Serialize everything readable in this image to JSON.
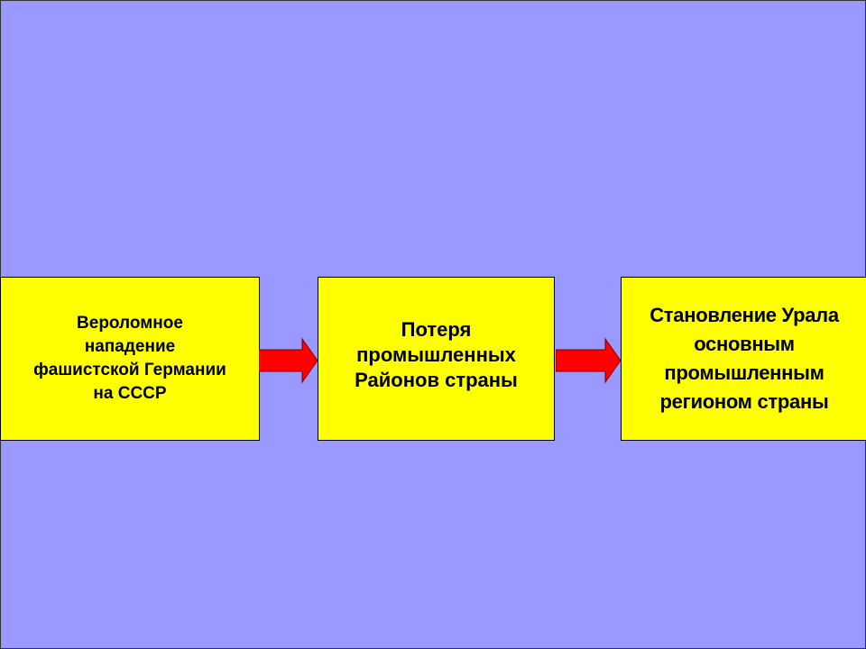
{
  "boxes": [
    {
      "text": "Вероломное\nнападение\nфашистской Германии\nна  СССР"
    },
    {
      "text": "Потеря\n промышленных\nРайонов страны"
    },
    {
      "text": "Становление Урала\nосновным\n промышленным\nрегионом  страны"
    }
  ],
  "colors": {
    "background": "#9999ff",
    "box": "#ffff00",
    "arrow": "#ff0000"
  }
}
